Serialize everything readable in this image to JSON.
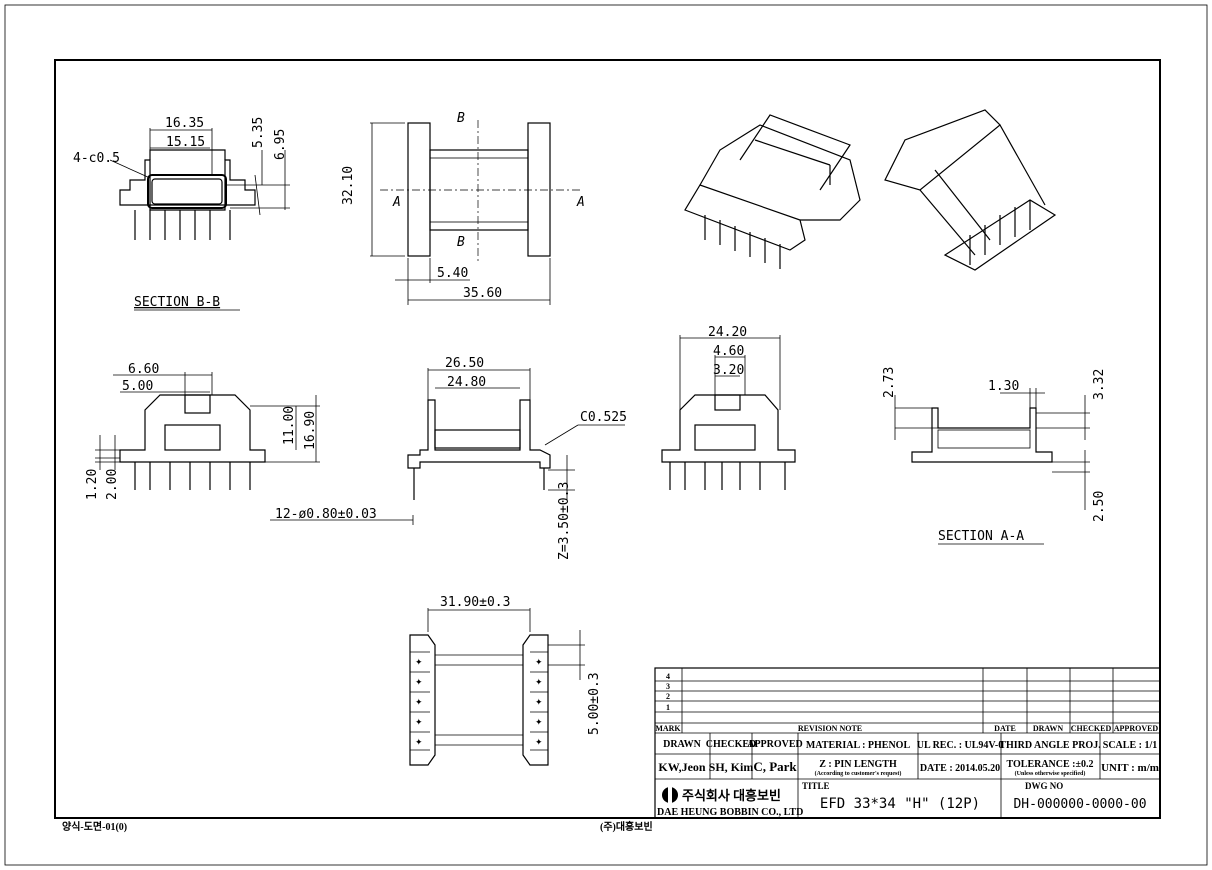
{
  "drawing": {
    "section_bb": {
      "label": "SECTION B-B",
      "dims": [
        "16.35",
        "15.15",
        "4-c0.5",
        "5.35",
        "6.95"
      ]
    },
    "top_view": {
      "dims": [
        "32.10",
        "5.40",
        "35.60"
      ],
      "markers": [
        "B",
        "B",
        "A",
        "A"
      ]
    },
    "front_view": {
      "dims": [
        "6.60",
        "5.00",
        "11.00",
        "16.90",
        "1.20",
        "2.00",
        "12-ø0.80±0.03"
      ]
    },
    "side_view": {
      "dims": [
        "26.50",
        "24.80",
        "C0.525",
        "Z=3.50±0.3"
      ]
    },
    "end_view": {
      "dims": [
        "24.20",
        "4.60",
        "3.20"
      ]
    },
    "section_aa": {
      "label": "SECTION A-A",
      "dims": [
        "2.73",
        "1.30",
        "3.32",
        "2.50"
      ]
    },
    "bottom_view": {
      "dims": [
        "31.90±0.3",
        "5.00±0.3"
      ]
    }
  },
  "title_block": {
    "revision_marks": [
      "4",
      "3",
      "2",
      "1"
    ],
    "revision_header": {
      "mark": "MARK",
      "note": "REVISION NOTE",
      "date": "DATE",
      "drawn": "DRAWN",
      "checked": "CHECKED",
      "approved": "APPROVED"
    },
    "drawn_label": "DRAWN",
    "checked_label": "CHECKED",
    "approved_label": "APPROVED",
    "drawn": "KW,Jeon",
    "checked": "SH, Kim",
    "approved": "C, Park",
    "material": "MATERIAL : PHENOL",
    "ul_rec": "UL REC. : UL94V-0",
    "projection": "THIRD ANGLE PROJ.",
    "scale": "SCALE : 1/1",
    "z_note": "Z : PIN LENGTH",
    "z_note_sub": "(According to customer's request)",
    "date": "DATE : 2014.05.20",
    "tolerance": "TOLERANCE :±0.2",
    "tolerance_sub": "(Unless otherwise specified)",
    "unit": "UNIT : m/m",
    "company_korean": "주식회사 대흥보빈",
    "company": "DAE HEUNG BOBBIN CO., LTD",
    "title_label": "TITLE",
    "title": "EFD 33*34 \"H\" (12P)",
    "dwg_label": "DWG NO",
    "dwg_no": "DH-000000-0000-00"
  },
  "footer": {
    "form_no": "양식-도면-01(0)",
    "company": "(주)대흥보빈"
  }
}
